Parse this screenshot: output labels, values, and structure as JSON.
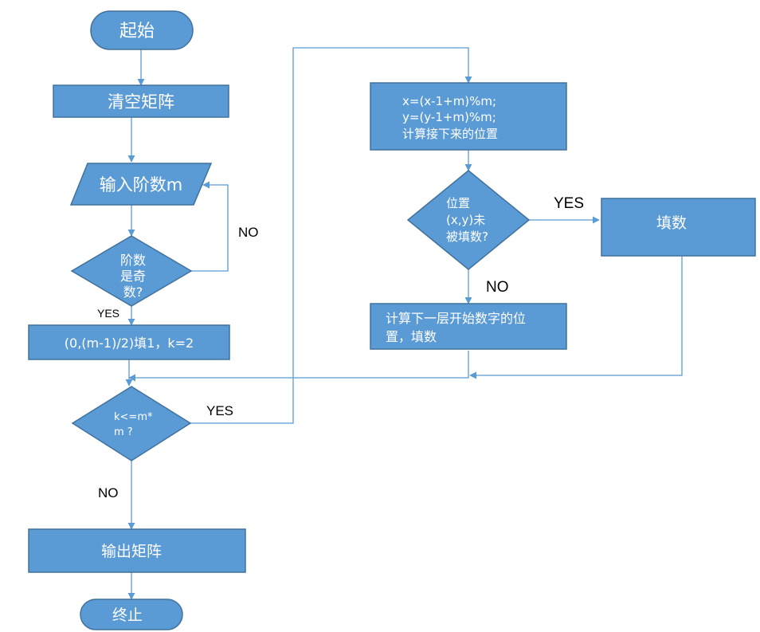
{
  "nodes": {
    "start": "起始",
    "clear": "清空矩阵",
    "input": "输入阶数m",
    "odd_check": [
      "阶数",
      "是奇",
      "数?"
    ],
    "init": "(0,(m-1)/2)填1，k=2",
    "loop_check": [
      "k<=m*",
      "m ?"
    ],
    "compute_next": [
      "x=(x-1+m)%m;",
      "y=(y-1+m)%m;",
      "计算接下来的位置"
    ],
    "empty_check": [
      "位置",
      "(x,y)未",
      "被填数?"
    ],
    "fill": "填数",
    "next_layer": [
      "计算下一层开始数字的位",
      "置，填数"
    ],
    "output": "输出矩阵",
    "end": "终止"
  },
  "edge_labels": {
    "odd_no": "NO",
    "odd_yes": "YES",
    "loop_yes": "YES",
    "loop_no": "NO",
    "empty_yes": "YES",
    "empty_no": "NO"
  }
}
